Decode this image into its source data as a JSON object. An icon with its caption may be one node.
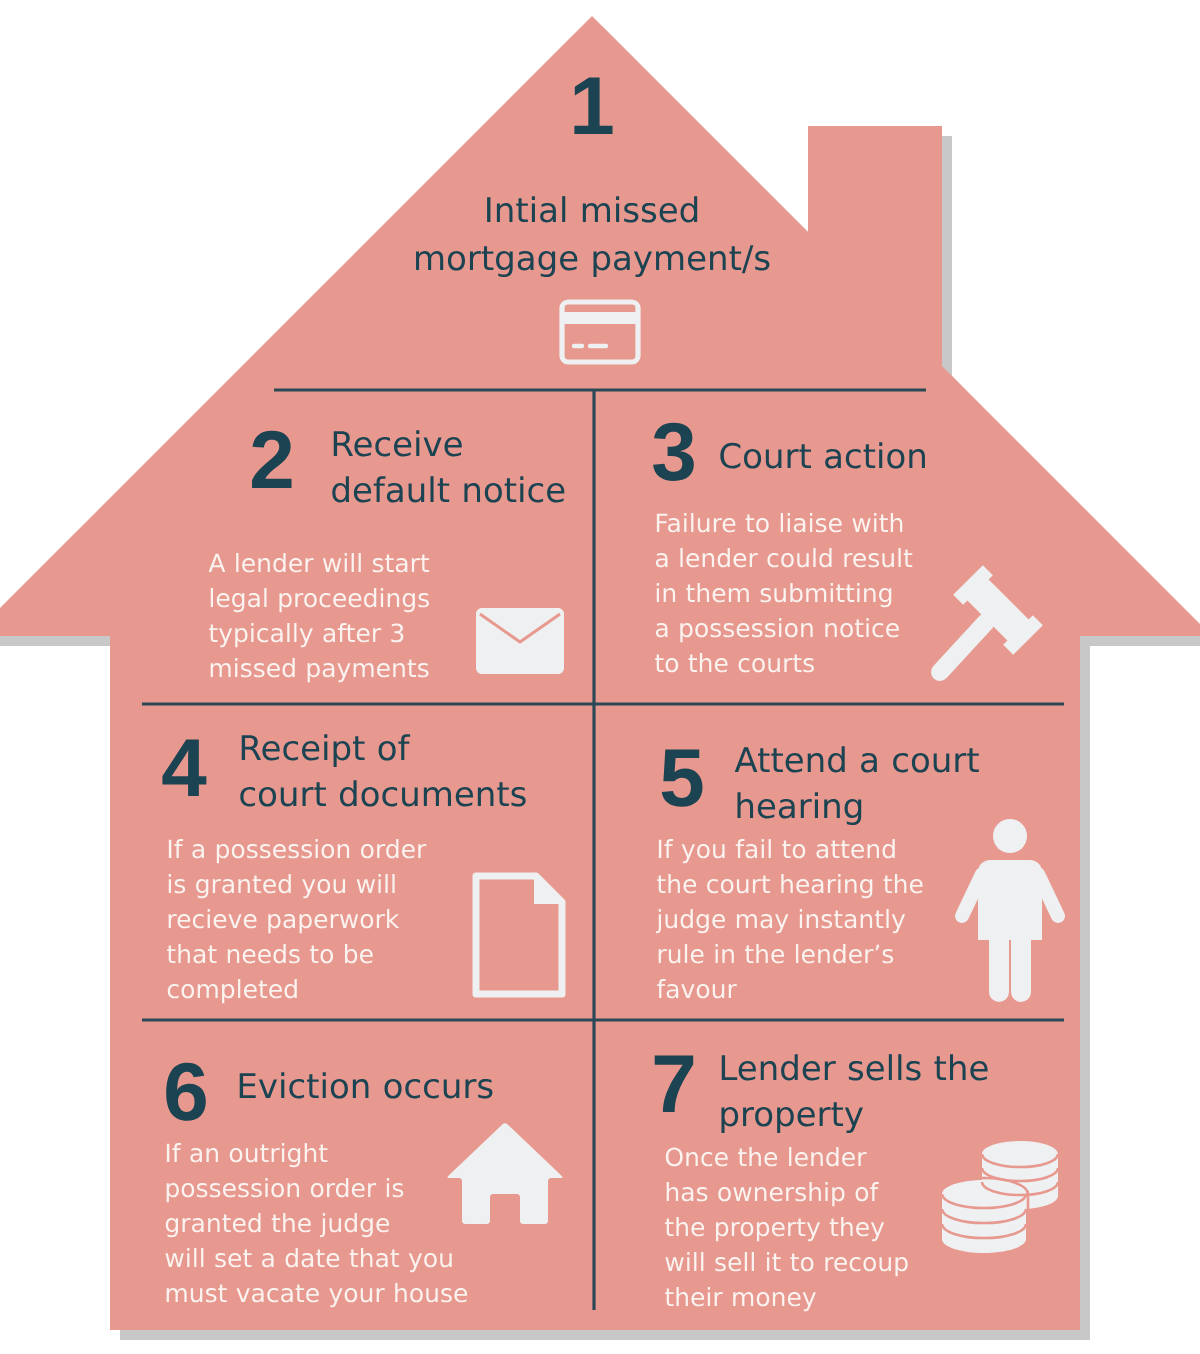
{
  "diagram": {
    "nodes": [
      {
        "text": [],
        "shape": "house"
      },
      {
        "text": [
          "1",
          "Intial missed mortgage payment/s"
        ],
        "in": 0
      },
      {
        "text": [
          "2",
          "Receive default notice",
          "A lender will start legal proceedings typically after 3 missed payments"
        ],
        "in": 0
      },
      {
        "text": [
          "3",
          "Court action",
          "Failure to liaise with a lender could result in them submitting a possession notice to the courts"
        ],
        "in": 0
      },
      {
        "text": [
          "4",
          "Receipt of court documents",
          "If a possession order is granted you will recieve paperwork that needs to be completed"
        ],
        "in": 0
      },
      {
        "text": [
          "5",
          "Attend a court hearing",
          "If you fail to attend the court hearing the judge may instantly rule in the lender’s favour"
        ],
        "in": 0
      },
      {
        "text": [
          "6",
          "Eviction occurs",
          "If an outright possession order is granted the judge will set a date that you must vacate your house"
        ],
        "in": 0
      },
      {
        "text": [
          "7",
          "Lender sells the property",
          "Once the lender has ownership of the property they will sell it to recoup their money"
        ],
        "in": 0
      }
    ]
  }
}
